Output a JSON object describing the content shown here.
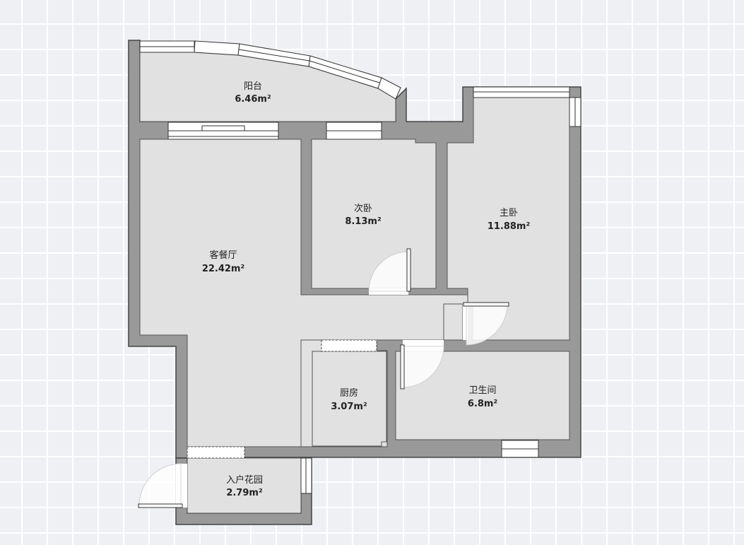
{
  "colors": {
    "wall": "#999999",
    "wall_outline": "#444444",
    "floor": "#e1e1e1",
    "window": "#ffffff",
    "grid_background": "#eef0f3",
    "grid_line": "#ffffff"
  },
  "rooms": {
    "balcony": {
      "name": "阳台",
      "area": "6.46m²"
    },
    "living_dining": {
      "name": "客餐厅",
      "area": "22.42m²"
    },
    "second_bedroom": {
      "name": "次卧",
      "area": "8.13m²"
    },
    "master_bedroom": {
      "name": "主卧",
      "area": "11.88m²"
    },
    "kitchen": {
      "name": "厨房",
      "area": "3.07m²"
    },
    "bathroom": {
      "name": "卫生间",
      "area": "6.8m²"
    },
    "entry_garden": {
      "name": "入户花园",
      "area": "2.79m²"
    }
  }
}
